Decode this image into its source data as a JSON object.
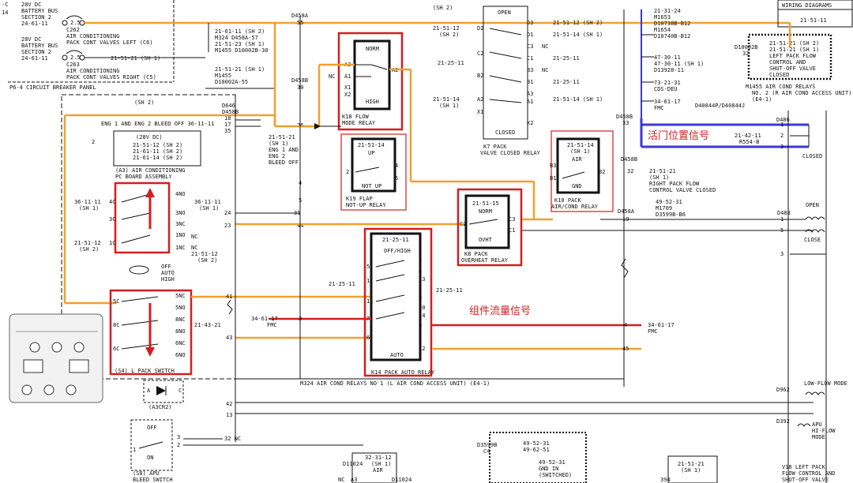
{
  "header": {
    "wiring_diagrams": "WIRING DIAGRAMS",
    "ref": "21-51-11",
    "p6_label": "P6-4   CIRCUIT BREAKER PANEL"
  },
  "breakers": {
    "cb1": [
      "28V DC",
      "BATTERY BUS",
      "SECTION 2",
      "24-61-11"
    ],
    "cb1_rating": "2.5",
    "cb1_name": [
      "C262",
      "AIR CONDITIONING",
      "PACK CONT VALVES LEFT (C6)"
    ],
    "cb2": [
      "28V DC",
      "BATTERY BUS",
      "SECTION 2",
      "24-61-11"
    ],
    "cb2_rating": "2.5",
    "cb2_ref": "21-51-21 (SH 1)",
    "cb2_name": [
      "C263",
      "AIR CONDITIONING",
      "PACK CONT VALVES RIGHT (C5)"
    ],
    "edge_c": "-C",
    "edge_14": "14"
  },
  "top_refs": {
    "r1": [
      "21-61-11 (SH 2)",
      "M324 D458A-57",
      "21-51-23 (SH 1)",
      "M1455 D10002B-30"
    ],
    "r2": [
      "21-51-21 (SH 1)",
      "M1455",
      "D10002A-55"
    ],
    "sh2_top": "(SH 2)",
    "conn1": "D458A",
    "pin55": "55",
    "conn2": "D458B",
    "pin30": "30"
  },
  "k18": {
    "norm": "NORM",
    "high": "HIGH",
    "pins": [
      "A3",
      "A1",
      "X1",
      "X2",
      "A2"
    ],
    "nc": "NC",
    "label": [
      "K18    FLOW",
      "MODE RELAY"
    ]
  },
  "k7": {
    "open": "OPEN",
    "closed": "CLOSED",
    "refs_left": [
      "21-51-12",
      "(SH 2)",
      "21-25-11",
      "21-51-14",
      "(SH 1)"
    ],
    "pins_left": [
      "D2",
      "C2",
      "B2",
      "A2",
      "X1"
    ],
    "pins_right": [
      "D3",
      "D1",
      "C3",
      "C1",
      "B3",
      "B1",
      "A3",
      "A1",
      "X2"
    ],
    "refs_right": [
      "21-51-12 (SH 2)",
      "21-51-14 (SH 1)",
      "NC",
      "21-25-11",
      "NC",
      "21-25-11",
      "21-51-14 (SH 1)"
    ],
    "label": [
      "K7      PACK",
      "VALVE CLOSED RELAY"
    ],
    "sh2": "(SH 2)"
  },
  "right_top": {
    "refs": [
      "21-31-24",
      "M1653",
      "D10738B-B12",
      "M1654",
      "D10740B-B12",
      "47-30-11",
      "47-30-11 (SH 1)",
      "D13928-11",
      "73-21-31",
      "CDS-DEU",
      "34-61-17",
      "FMC"
    ],
    "d40844": "D40844P/D40844J",
    "d10002b": "D10002B",
    "pin32": "32",
    "box": [
      "21-51-21 (SH 2)",
      "21-51-21 (SH 1)",
      "LEFT PACK FLOW",
      "CONTROL AND",
      "SHUT-OFF VALVE",
      "CLOSED"
    ],
    "m1455": [
      "M1455   AIR COND RELAYS",
      "NO. 2 (R AIR COND ACCESS UNIT)",
      "(E4-1)"
    ]
  },
  "valve_pos": {
    "cn": "活门位置信号",
    "d486": "D486",
    "p1": "1",
    "p2": "2",
    "p3": "3",
    "ref": "21-42-11",
    "r554": "R554-B",
    "closed": "CLOSED",
    "d458b": "D458B",
    "pin33": "33"
  },
  "s4_area": {
    "sh2": "(SH 2)",
    "d646": "D646",
    "d458b": "D458B",
    "pins": [
      "18",
      "17",
      "35",
      "26"
    ],
    "bleed": "ENG 1 AND ENG 2 BLEED OFF 36-11-11",
    "ref_a": [
      "21-51-21",
      "(SH 1)",
      "ENG 1 AND",
      "ENG 2",
      "BLEED OFF"
    ],
    "dc28": "(28V DC)",
    "refs": [
      "21-51-12 (SH 2)",
      "21-61-11 (SH 2)",
      "21-61-14 (SH 2)"
    ],
    "pc_board": [
      "(A3)   AIR CONDITIONING",
      "PC BOARD ASSEMBLY"
    ],
    "pin2": "2",
    "left_refs": [
      "36-11-11",
      "(SH 1)",
      "21-51-12",
      "(SH 2)",
      "21-43-21"
    ],
    "sw_pins": [
      "4C",
      "3C",
      "1C",
      "5C",
      "8C",
      "6C"
    ],
    "nc_pins": [
      "4NO",
      "3NO",
      "3NC",
      "1NO",
      "1NC",
      "5NC",
      "5NO",
      "8NC",
      "8NO",
      "6NC",
      "6NO"
    ],
    "right_refs": [
      "36-11-11",
      "(SH 1)",
      "NC",
      "NC",
      "21-51-12",
      "(SH 2)",
      "21-43-21"
    ],
    "pos": [
      "OFF",
      "AUTO",
      "HIGH"
    ],
    "s4_label": "(S4)      L PACK SWITCH",
    "wires": [
      "24",
      "23",
      "41",
      "43",
      "42",
      "13",
      "4",
      "5",
      "31",
      "44"
    ],
    "a3cr2": [
      "A",
      "C",
      "(A3CR2)"
    ]
  },
  "k19": {
    "ref": [
      "21-51-14",
      "UP",
      "NOT UP"
    ],
    "pins": [
      "4",
      "5",
      "2"
    ],
    "label": [
      "K19      FLAP",
      "NOT-UP RELAY"
    ]
  },
  "k10": {
    "ref": [
      "21-51-14",
      "(SH 1)",
      "AIR",
      "GND"
    ],
    "pins": [
      "B3",
      "B1",
      "B2"
    ],
    "label": [
      "K10      PACK",
      "AIR/COND RELAY"
    ]
  },
  "k8": {
    "ref": [
      "21-51-15",
      "NORM",
      "OVHT"
    ],
    "pins": [
      "C2",
      "C3",
      "C1"
    ],
    "label": [
      "K8      PACK",
      "OVERHEAT RELAY"
    ]
  },
  "k14": {
    "ref": "21-25-11",
    "offhigh": "OFF/HIGH",
    "auto": "AUTO",
    "pins_left": [
      "5",
      "1",
      "11",
      "7",
      "6"
    ],
    "pins_right": [
      "3",
      "4",
      "13",
      "2",
      "9",
      "10",
      "14",
      "8",
      "12"
    ],
    "refs": [
      "21-25-11",
      "21-25-11"
    ],
    "label": "K14    PACK AUTO RELAY",
    "m324": "M324  AIR COND RELAYS NO 1 (L AIR COND ACCESS UNIT) (E4-1)"
  },
  "flow_sig": {
    "cn": "组件流量信号",
    "left_ref": [
      "34-61-17",
      "FMC"
    ],
    "right_ref": [
      "34-61-17",
      "FMC"
    ],
    "pin3": "3",
    "pin4": "4",
    "pin45": "45"
  },
  "right_mid": {
    "d458b": "D458B",
    "pin32": "32",
    "ref": [
      "21-51-21",
      "(SH 1)",
      "RIGHT PACK FLOW",
      "CONTROL VALVE CLOSED"
    ],
    "d458a": "D458A",
    "pin19": "19",
    "ref2": [
      "49-52-31",
      "M1709",
      "D3599B-B6"
    ],
    "d488": "D488",
    "pins": [
      "1",
      "5",
      "3"
    ],
    "open": "OPEN",
    "close": "CLOSE",
    "low_flow": "LOW-FLOW MODE",
    "d962": "D962",
    "apu": [
      "APU",
      "HI-FLOW",
      "MODE"
    ],
    "d392": "D392",
    "v18": [
      "V18     LEFT PACK",
      "FLOW CONTROL AND",
      "SHUT-OFF VALVE"
    ]
  },
  "bottom": {
    "s8": [
      "(S8)    APU",
      "BLEED SWITCH"
    ],
    "s8_pos": [
      "OFF",
      "ON"
    ],
    "s8_pins": [
      "3",
      "2",
      "1"
    ],
    "pin32nc": "32   NC",
    "d3599b": "D3599B",
    "c4": "C4",
    "refs": [
      "49-52-31",
      "49-62-51",
      "49-52-31",
      "GND IN",
      "(SWITCHED)"
    ],
    "k_air": [
      "32-31-12",
      "(SH 1)",
      "AIR"
    ],
    "d11024": "D11024",
    "nc_a3": "NC",
    "a3": "A3",
    "sh1": [
      "21-51-21",
      "(SH 1)"
    ],
    "d394": "394"
  }
}
